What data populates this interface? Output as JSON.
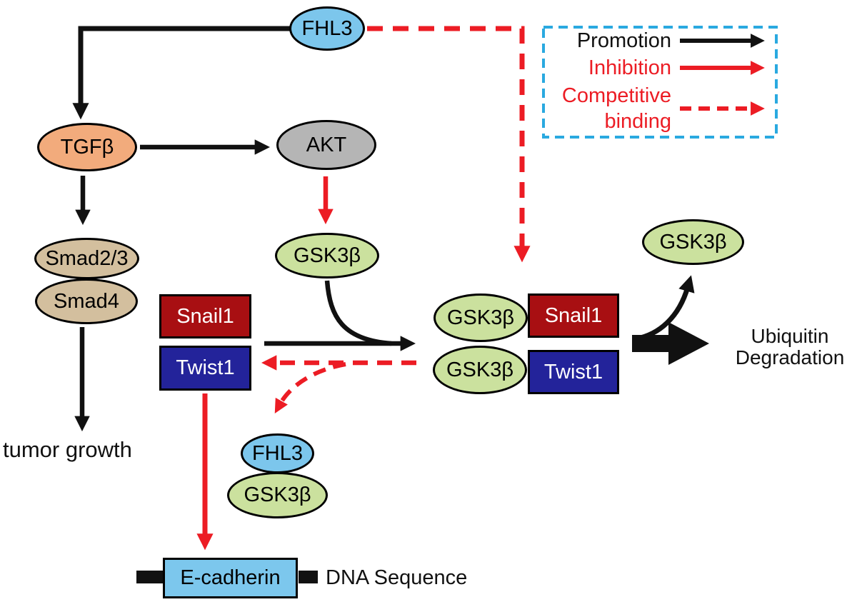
{
  "colors": {
    "black": "#111111",
    "red": "#ec1c24",
    "legend_blue": "#2aa9e0",
    "node_blue": "#7cc6ec",
    "node_green": "#cbe19e",
    "node_tan": "#d3bf9e",
    "node_orange": "#f2ab7c",
    "node_gray": "#b5b5b5",
    "snail_red": "#a80f12",
    "twist_blue": "#23239a",
    "ecad_blue": "#7cc7ed"
  },
  "nodes": {
    "fhl3_top": "FHL3",
    "tgfb": "TGFβ",
    "akt": "AKT",
    "gsk3b_mid": "GSK3β",
    "smad23": "Smad2/3",
    "smad4": "Smad4",
    "snail1": "Snail1",
    "twist1": "Twist1",
    "complex_snail_gsk": "GSK3β",
    "complex_snail": "Snail1",
    "complex_twist_gsk": "GSK3β",
    "complex_twist": "Twist1",
    "gsk3b_released": "GSK3β",
    "fhl3_bound": "FHL3",
    "gsk3b_bound": "GSK3β",
    "ecadherin": "E-cadherin"
  },
  "labels": {
    "tumor_growth": "tumor growth",
    "ubiquitin_line1": "Ubiquitin",
    "ubiquitin_line2": "Degradation",
    "dna_sequence": "DNA Sequence"
  },
  "legend": {
    "promotion": "Promotion",
    "inhibition": "Inhibition",
    "competitive_line1": "Competitive",
    "competitive_line2": "binding"
  }
}
